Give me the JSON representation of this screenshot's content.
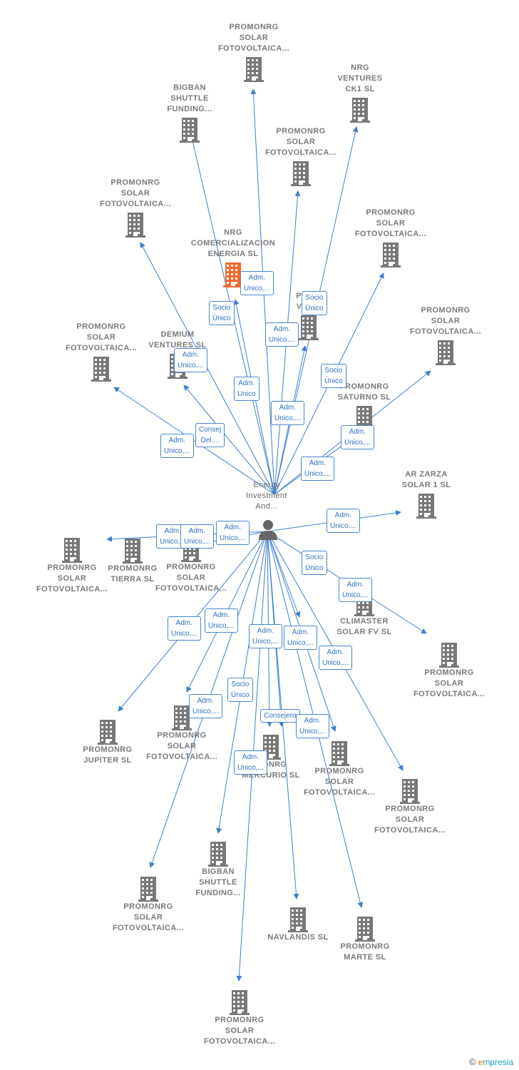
{
  "colors": {
    "edge": "#3d7fd1",
    "building": "#787878",
    "building_main": "#f26a2e",
    "person": "#666666"
  },
  "center": {
    "label": "Energy\nInvestment\nAnd..."
  },
  "companies": [
    {
      "id": "c1",
      "label": "PROMONRG\nSOLAR\nFOTOVOLTAICA..."
    },
    {
      "id": "c2",
      "label": "NRG\nVENTURES\nCK1  SL"
    },
    {
      "id": "c3",
      "label": "BIGBAN\nSHUTTLE\nFUNDING..."
    },
    {
      "id": "c4",
      "label": "PROMONRG\nSOLAR\nFOTOVOLTAICA..."
    },
    {
      "id": "c5",
      "label": "PROMONRG\nSOLAR\nFOTOVOLTAICA..."
    },
    {
      "id": "c6",
      "label": "PROMONRG\nSOLAR\nFOTOVOLTAICA..."
    },
    {
      "id": "c7",
      "label": "NRG\nCOMERCIALIZACION\nENERGIA  SL"
    },
    {
      "id": "c8",
      "label": "PRO...\nVEN..."
    },
    {
      "id": "c9",
      "label": "PROMONRG\nSOLAR\nFOTOVOLTAICA..."
    },
    {
      "id": "c10",
      "label": "PROMONRG\nSOLAR\nFOTOVOLTAICA..."
    },
    {
      "id": "c11",
      "label": "DEMIUM\nVENTURES  SL"
    },
    {
      "id": "c12",
      "label": "PROMONRG\nSATURNO  SL"
    },
    {
      "id": "c13",
      "label": "AR ZARZA\nSOLAR 1 SL"
    },
    {
      "id": "c14",
      "label": "PROMONRG\nSOLAR\nFOTOVOLTAICA..."
    },
    {
      "id": "c15",
      "label": "PROMONRG\nTIERRA  SL"
    },
    {
      "id": "c16",
      "label": "PROMONRG\nSOLAR\nFOTOVOLTAICA..."
    },
    {
      "id": "c17",
      "label": "CLIMASTER\nSOLAR FV SL"
    },
    {
      "id": "c18",
      "label": "PROMONRG\nSOLAR\nFOTOVOLTAICA..."
    },
    {
      "id": "c19",
      "label": "PROMONRG\nJUPITER  SL"
    },
    {
      "id": "c20",
      "label": "PROMONRG\nSOLAR\nFOTOVOLTAICA..."
    },
    {
      "id": "c21",
      "label": "...ONRG\nMERCURIO  SL"
    },
    {
      "id": "c22",
      "label": "PROMONRG\nSOLAR\nFOTOVOLTAICA..."
    },
    {
      "id": "c23",
      "label": "PROMONRG\nSOLAR\nFOTOVOLTAICA..."
    },
    {
      "id": "c24",
      "label": "BIGBAN\nSHUTTLE\nFUNDING..."
    },
    {
      "id": "c25",
      "label": "PROMONRG\nSOLAR\nFOTOVOLTAICA..."
    },
    {
      "id": "c26",
      "label": "NAVLANDIS  SL"
    },
    {
      "id": "c27",
      "label": "PROMONRG\nMARTE  SL"
    },
    {
      "id": "c28",
      "label": "PROMONRG\nSOLAR\nFOTOVOLTAICA..."
    }
  ],
  "edge_labels": [
    "Adm.\nUnico,...",
    "Socio\nÚnico",
    "Socio\nÚnico",
    "Adm.\nUnico,...",
    "Adm.\nUnico,...",
    "Adm.\nUnico",
    "Socio\nÚnico",
    "Adm.\nUnico,...",
    "Consej\nDel....",
    "Adm.\nUnico,...",
    "Adm.\nUnico,...",
    "Adm.\nUnico,...",
    "Adm.\nUnico,...",
    "Adm.\nUnico,...",
    "Adm.\nUnico,...",
    "Adm.\nUnico,...",
    "Socio\nÚnico",
    "Adm.\nUnico,...",
    "Adm.\nUnico,...",
    "Adm.\nUnico,...",
    "Adm.\nUnico,...",
    "Adm.\nUnico,...",
    "Adm.\nUnico,...",
    "Socio\nÚnico",
    "Adm.\nUnico,...",
    "Consejero",
    "Adm.\nUnico,...",
    "Adm.\nUnico,..."
  ],
  "footer": {
    "copyright": "©",
    "brand_e": "e",
    "brand_rest": "mpresia"
  }
}
